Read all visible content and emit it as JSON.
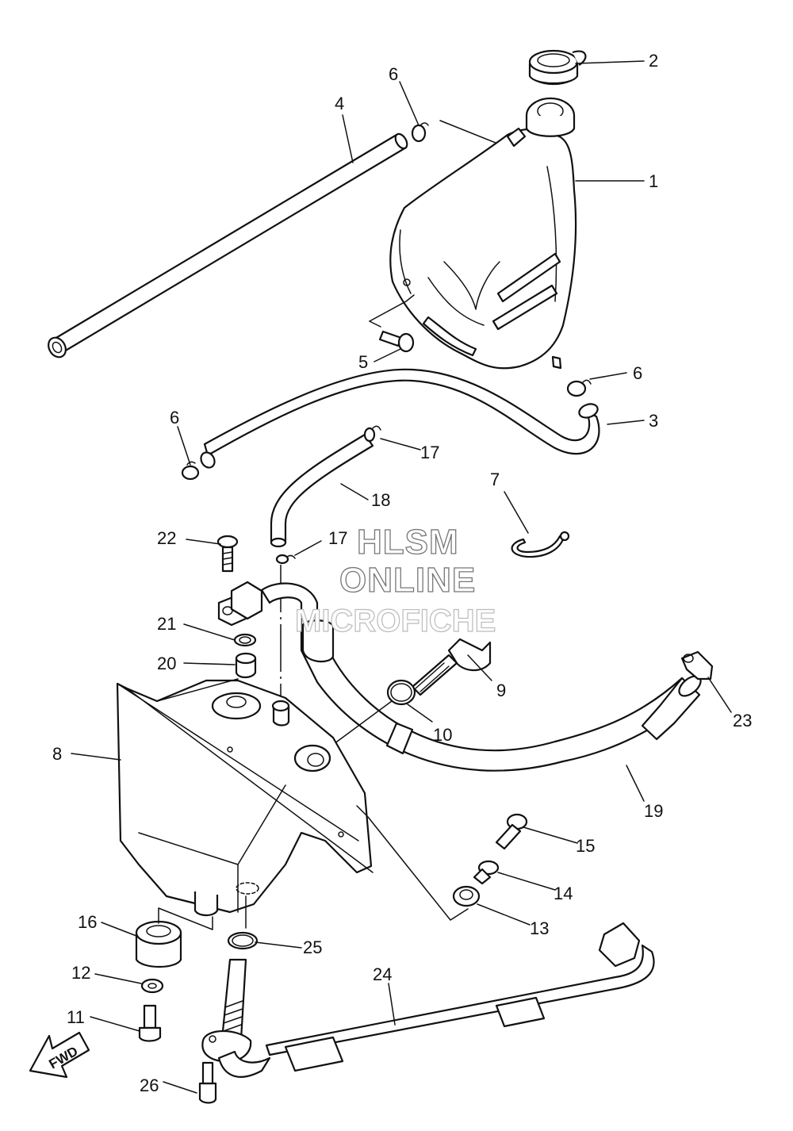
{
  "watermark": {
    "line1": "HLSM",
    "line2": "ONLINE",
    "line3": "MICROFICHE"
  },
  "direction_label": "FWD",
  "callouts": {
    "c1": "1",
    "c2": "2",
    "c3": "3",
    "c4": "4",
    "c5": "5",
    "c6a": "6",
    "c6b": "6",
    "c6c": "6",
    "c7": "7",
    "c8": "8",
    "c9": "9",
    "c10": "10",
    "c11": "11",
    "c12": "12",
    "c13": "13",
    "c14": "14",
    "c15": "15",
    "c16": "16",
    "c17a": "17",
    "c17b": "17",
    "c18": "18",
    "c19": "19",
    "c20": "20",
    "c21": "21",
    "c22": "22",
    "c23": "23",
    "c24": "24",
    "c25": "25",
    "c26": "26"
  },
  "line_color": "#111111"
}
